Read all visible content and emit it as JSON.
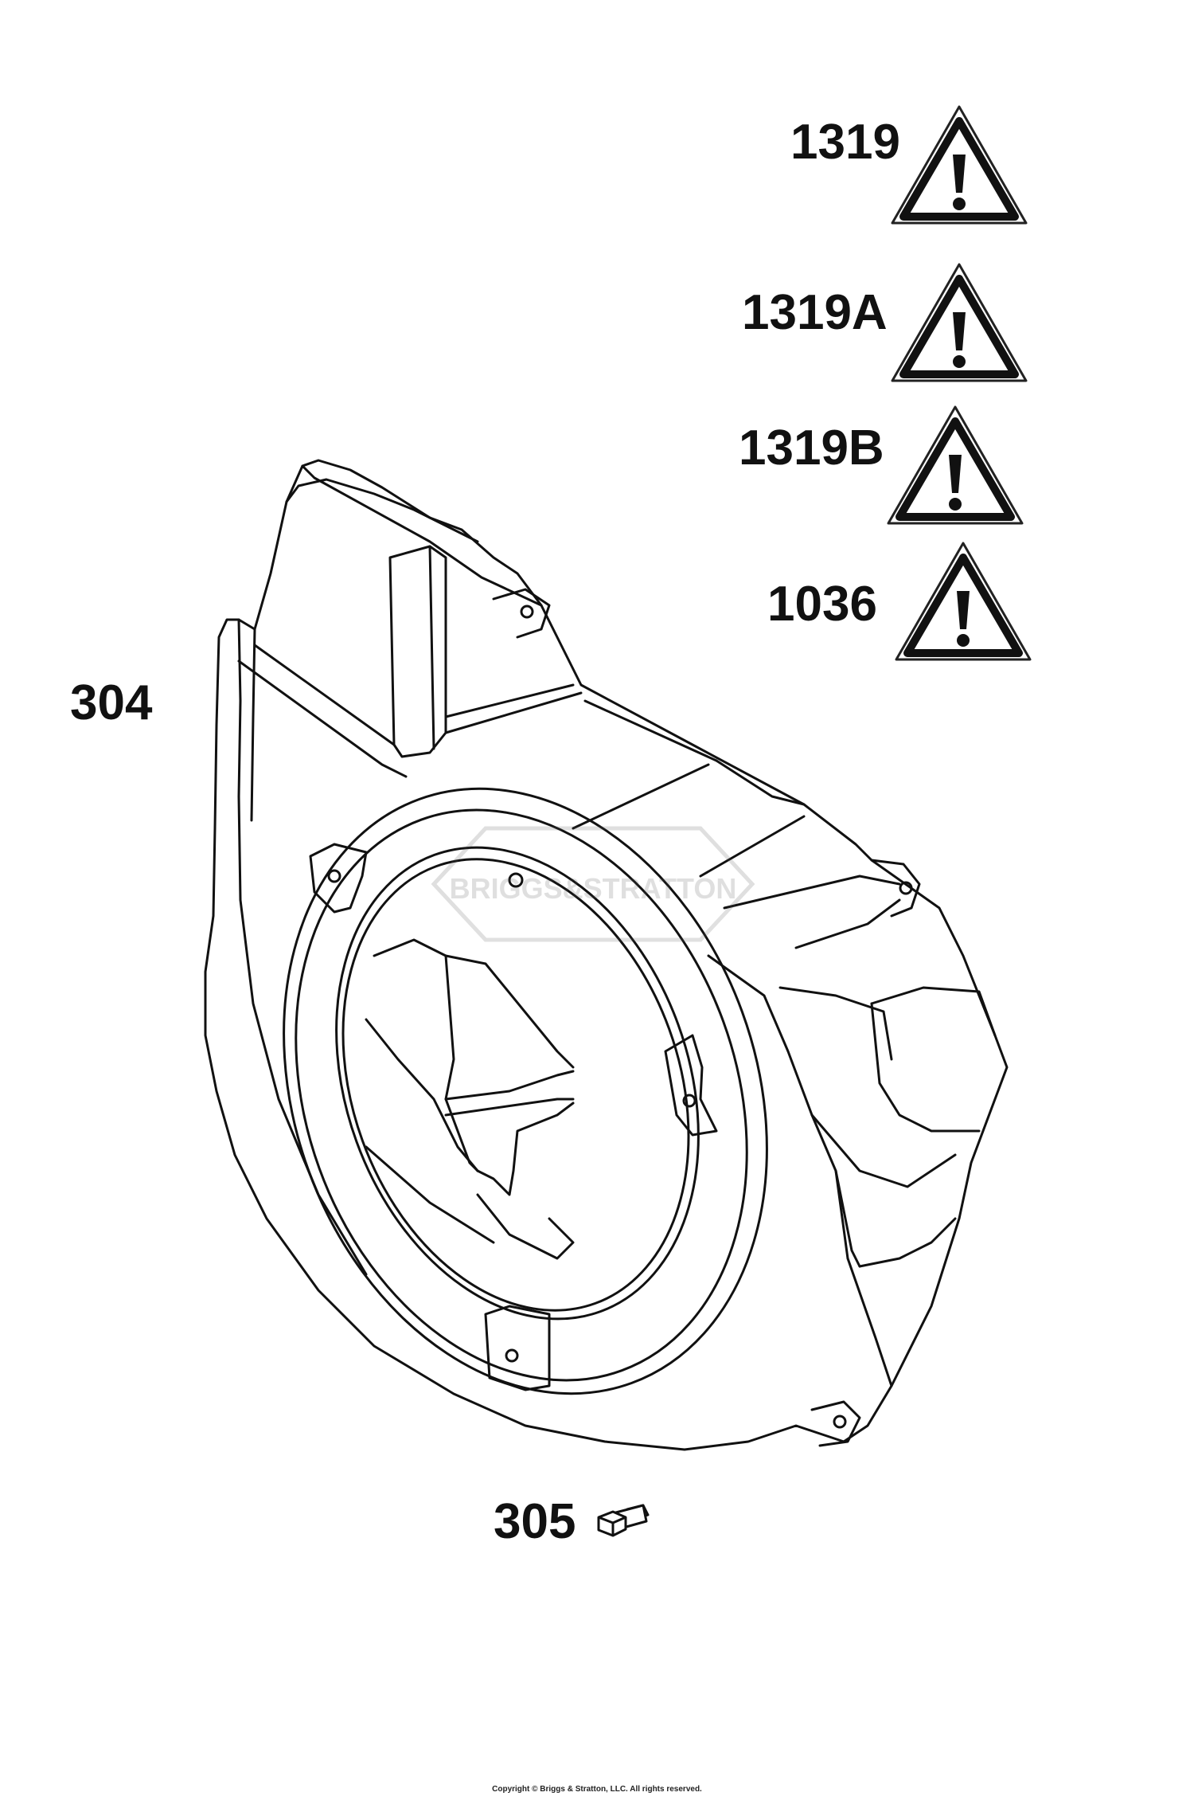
{
  "callouts": {
    "p1319": "1319",
    "p1319a": "1319A",
    "p1319b": "1319B",
    "p1036": "1036",
    "p304": "304",
    "p305": "305"
  },
  "watermark": "BRIGGS&STRATTON",
  "copyright": "Copyright © Briggs & Stratton, LLC. All rights reserved.",
  "icons": {
    "warning": "warning-triangle-icon",
    "part_304": "blower-housing",
    "part_305": "hex-bolt"
  }
}
